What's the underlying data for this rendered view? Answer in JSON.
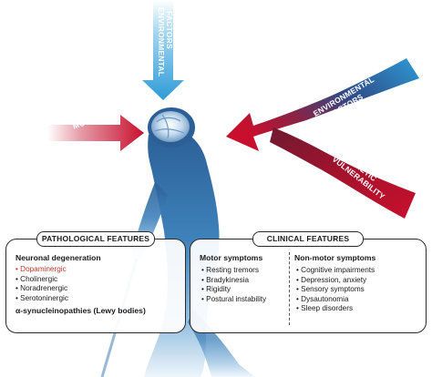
{
  "arrows": {
    "environmental_top": [
      "ENVIRONMENTAL",
      "FACTORS"
    ],
    "gene_mutations": [
      "GENE",
      "MUTATIONS"
    ],
    "environmental_right": [
      "ENVIRONMENTAL",
      "FACTORS"
    ],
    "genetic_vulnerability": [
      "GENETIC",
      "VULNERABILITY"
    ]
  },
  "pathological": {
    "title": "PATHOLOGICAL FEATURES",
    "subtitle": "Neuronal degeneration",
    "items": [
      "Dopaminergic",
      "Cholinergic",
      "Noradrenergic",
      "Serotoninergic"
    ],
    "footer": "α-synucleinopathies (Lewy bodies)"
  },
  "clinical": {
    "title": "CLINICAL FEATURES",
    "motor": {
      "title": "Motor symptoms",
      "items": [
        "Resting tremors",
        "Bradykinesia",
        "Rigidity",
        "Postural instability"
      ]
    },
    "nonmotor": {
      "title": "Non-motor symptoms",
      "items": [
        "Cognitive impairments",
        "Depression, anxiety",
        "Sensory symptoms",
        "Dysautonomia",
        "Sleep disorders"
      ]
    }
  },
  "colors": {
    "blue_arrow": "#2e9bd6",
    "red_arrow": "#c8102e",
    "figure": "#2f6fa8",
    "accent_text": "#c0392b"
  }
}
